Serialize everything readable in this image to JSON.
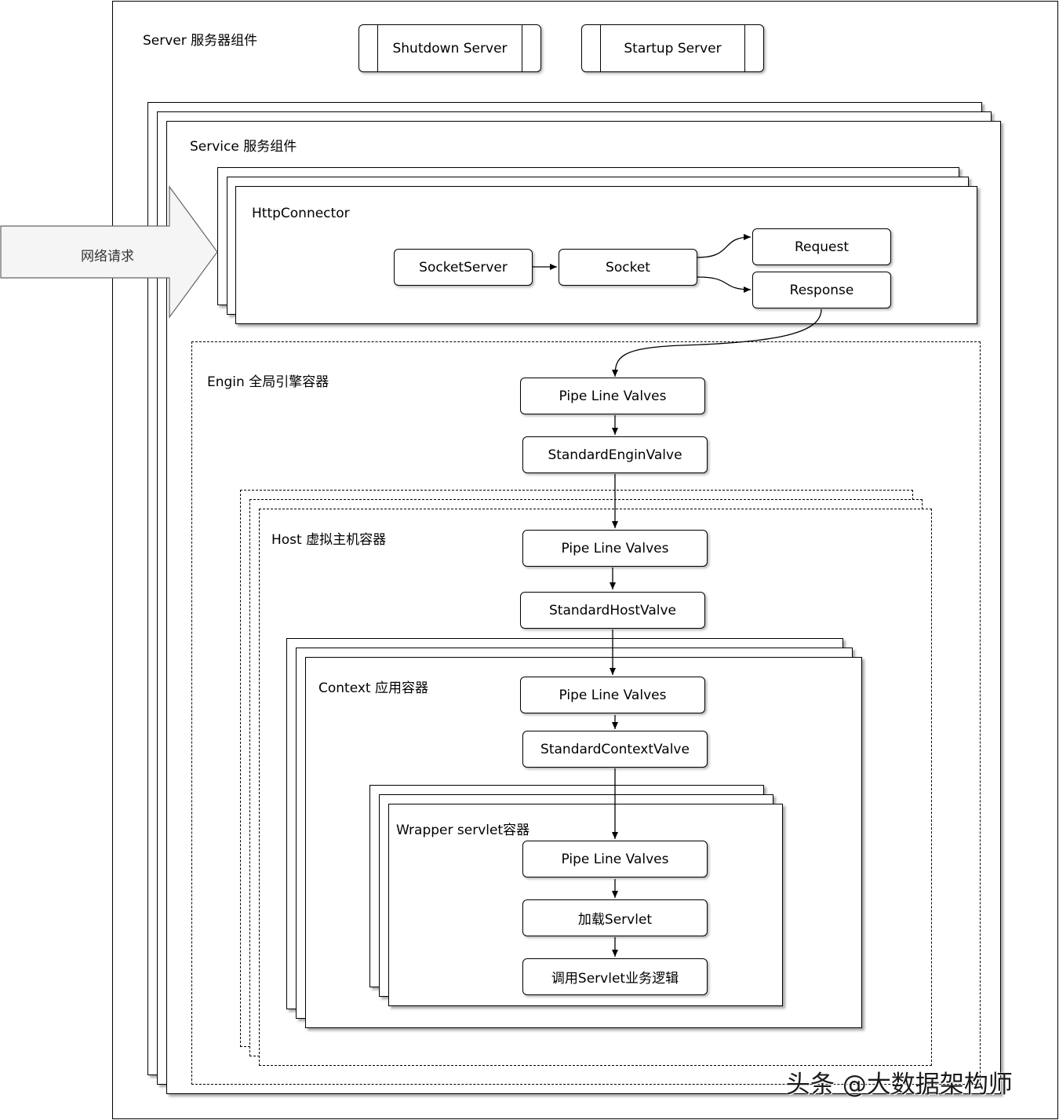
{
  "server": {
    "label": "Server 服务器组件",
    "buttons": {
      "shutdown": "Shutdown Server",
      "startup": "Startup Server"
    }
  },
  "service": {
    "label": "Service 服务组件"
  },
  "network": {
    "label": "网络请求"
  },
  "connector": {
    "label": "HttpConnector",
    "nodes": {
      "socket_server": "SocketServer",
      "socket": "Socket",
      "request": "Request",
      "response": "Response"
    }
  },
  "engine": {
    "label": "Engin 全局引擎容器",
    "pipeline": "Pipe Line Valves",
    "valve": "StandardEnginValve"
  },
  "host": {
    "label": "Host 虚拟主机容器",
    "pipeline": "Pipe Line Valves",
    "valve": "StandardHostValve"
  },
  "context": {
    "label": "Context 应用容器",
    "pipeline": "Pipe Line Valves",
    "valve": "StandardContextValve"
  },
  "wrapper": {
    "label": "Wrapper servlet容器",
    "pipeline": "Pipe Line Valves",
    "load": "加载Servlet",
    "invoke": "调用Servlet业务逻辑"
  },
  "watermark": "头条 @大数据架构师"
}
